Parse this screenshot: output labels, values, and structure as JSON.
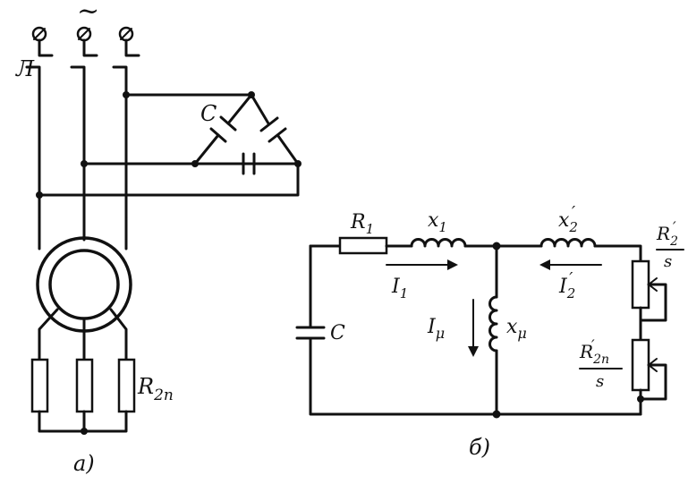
{
  "figure_a": {
    "supply_symbol": "~",
    "line_label": "Л",
    "capacitor_label": "C",
    "resistor_label_main": "R",
    "resistor_label_sub": "2п",
    "caption": "а)"
  },
  "figure_b": {
    "r1": {
      "main": "R",
      "sub": "1"
    },
    "x1": {
      "main": "x",
      "sub": "1"
    },
    "x2": {
      "main": "x",
      "sub": "2",
      "prime": "′"
    },
    "i1": {
      "main": "I",
      "sub": "1"
    },
    "i2": {
      "main": "I",
      "sub": "2",
      "prime": "′"
    },
    "imu": {
      "main": "I",
      "sub": "μ"
    },
    "xmu": {
      "main": "x",
      "sub": "μ"
    },
    "capacitor_label": "C",
    "r2s_num": {
      "main": "R",
      "sub": "2",
      "prime": "′"
    },
    "r2s_den": "s",
    "r2ns_num": {
      "main": "R",
      "sub": "2п",
      "prime": "′"
    },
    "r2ns_den": "s",
    "caption": "б)"
  }
}
